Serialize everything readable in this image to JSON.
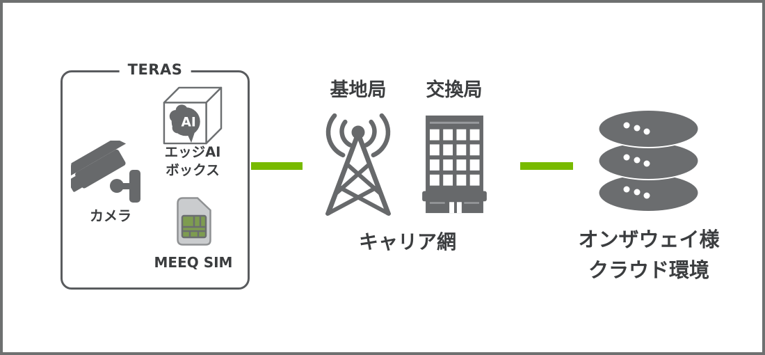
{
  "teras": {
    "title": "TERAS",
    "camera_label": "カメラ",
    "ai_box_label_line1": "エッジAI",
    "ai_box_label_line2": "ボックス",
    "ai_box_icon_text": "AI",
    "sim_label": "MEEQ SIM"
  },
  "carrier": {
    "base_station_label": "基地局",
    "exchange_label": "交換局",
    "network_label": "キャリア網"
  },
  "cloud": {
    "label_line1": "オンザウェイ様",
    "label_line2": "クラウド環境"
  },
  "colors": {
    "accent_green": "#78ba00",
    "icon_gray": "#67696b",
    "text_dark": "#3b3d3f",
    "sim_body_gray": "#caccce",
    "sim_chip_green": "#7e9c50",
    "frame_gray": "#6e7070"
  }
}
